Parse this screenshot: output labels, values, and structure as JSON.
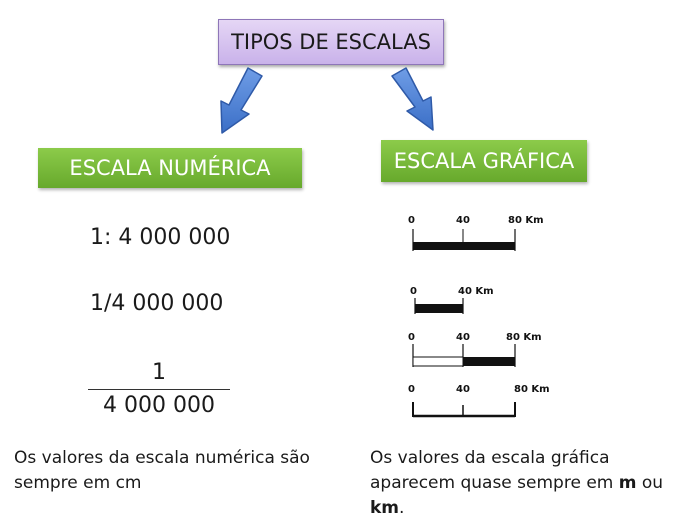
{
  "title": "TIPOS DE ESCALAS",
  "numeric": {
    "label": "ESCALA NUMÉRICA",
    "ratio_colon": "1: 4 000 000",
    "ratio_slash": "1/4 000 000",
    "fraction_numerator": "1",
    "fraction_denominator": "4 000 000",
    "description": "Os valores da escala numérica são sempre em cm"
  },
  "graphic": {
    "label": "ESCALA GRÁFICA",
    "description_part1": "Os valores da escala gráfica aparecem quase sempre em ",
    "description_bold1": "m",
    "description_part2": " ou ",
    "description_bold2": "km",
    "description_part3": ".",
    "bars": [
      {
        "style": "solid",
        "labels": [
          "0",
          "40",
          "80 Km"
        ]
      },
      {
        "style": "solid-short",
        "labels": [
          "0",
          "40 Km"
        ]
      },
      {
        "style": "alternating",
        "labels": [
          "0",
          "40",
          "80 Km"
        ]
      },
      {
        "style": "ticks",
        "labels": [
          "0",
          "40",
          "80 Km"
        ]
      }
    ]
  },
  "colors": {
    "title_box": "#d7c4f0",
    "label_box_green": "#7bbd3c",
    "arrow_blue": "#4a7fd6"
  }
}
